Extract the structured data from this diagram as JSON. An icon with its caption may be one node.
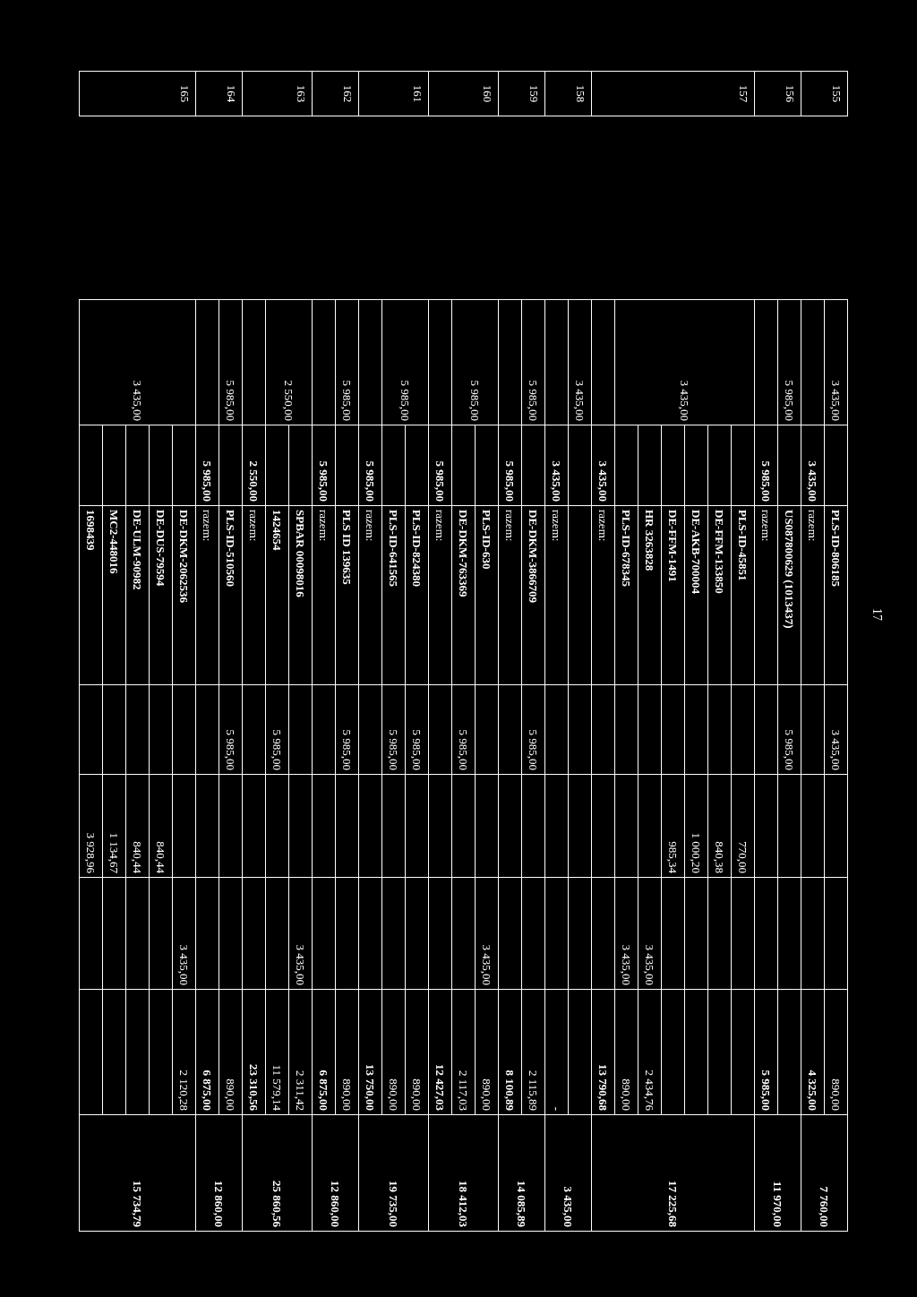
{
  "diagram": {
    "labels": [
      "17",
      "155",
      "3 435,00",
      "PLS-ID-806185",
      "3 435,00",
      "890,00",
      "7 760,00",
      "3 435,00",
      "razem:",
      "4 325,00",
      "156",
      "5 985,00",
      "US087800629 (1013437)",
      "5 985,00",
      "11 970,00",
      "5 985,00",
      "razem:",
      "5 985,00",
      "157",
      "3 435,00",
      "PLS-ID-45851",
      "770,00",
      "17 225,68",
      "DE-FFM-133850",
      "840,38",
      "DE-AKB-700004",
      "1 000,20",
      "DE-FFM-1491",
      "985,34",
      "HR 3263828",
      "3 435,00",
      "2 434,76",
      "PLS-ID-678345",
      "3 435,00",
      "890,00",
      "3 435,00",
      "razem:",
      "13 790,68",
      "158",
      "3 435,00",
      "3 435,00",
      "3 435,00",
      "razem:",
      "-",
      "159",
      "5 985,00",
      "DE-DKM-3866709",
      "5 985,00",
      "2 115,89",
      "14 085,89",
      "5 985,00",
      "razem:",
      "8 100,89",
      "160",
      "5 985,00",
      "PLS-ID-630",
      "3 435,00",
      "890,00",
      "18 412,03",
      "DE-DKM-763369",
      "5 985,00",
      "2 117,03",
      "5 985,00",
      "razem:",
      "12 427,03",
      "161",
      "5 985,00",
      "PLS-ID-824380",
      "5 985,00",
      "890,00",
      "19 735,00",
      "PLS-ID-641565",
      "5 985,00",
      "890,00",
      "5 985,00",
      "razem:",
      "13 750,00",
      "162",
      "5 985,00",
      "PLS ID 139635",
      "5 985,00",
      "890,00",
      "12 860,00",
      "5 985,00",
      "razem:",
      "6 875,00",
      "163",
      "2 550,00",
      "SPBAR 00098016",
      "3 435,00",
      "2 311,42",
      "25 860,56",
      "1424654",
      "5 985,00",
      "11 579,14",
      "2 550,00",
      "razem:",
      "23 310,56",
      "164",
      "5 985,00",
      "PLS-ID-510560",
      "5 985,00",
      "890,00",
      "12 860,00",
      "5 985,00",
      "razem:",
      "6 875,00",
      "165",
      "3 435,00",
      "DE-DKM-2062536",
      "3 435,00",
      "2 120,28",
      "15 734,79",
      "DE-DUS-79594",
      "840,44",
      "DE-ULM-90982",
      "840,44",
      "MC2-448016",
      "1 134,67",
      "1698439",
      "3 928,96"
    ]
  }
}
